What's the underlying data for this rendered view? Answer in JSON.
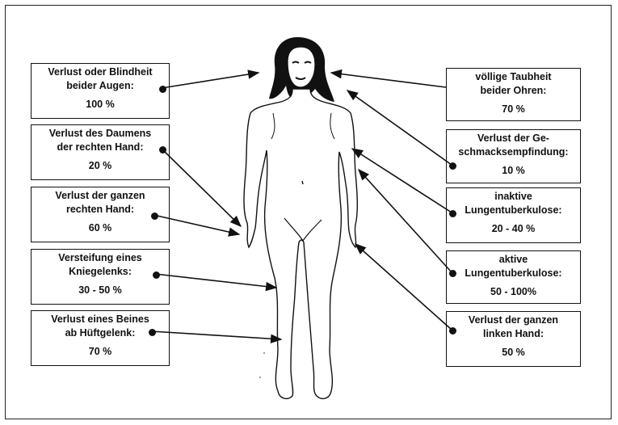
{
  "left_boxes": [
    {
      "label_line1": "Verlust oder Blindheit",
      "label_line2": "beider Augen:",
      "value": "100 %"
    },
    {
      "label_line1": "Verlust des Daumens",
      "label_line2": "der rechten Hand:",
      "value": "20 %"
    },
    {
      "label_line1": "Verlust der ganzen",
      "label_line2": "rechten Hand:",
      "value": "60 %"
    },
    {
      "label_line1": "Versteifung eines",
      "label_line2": "Kniegelenks:",
      "value": "30 - 50 %"
    },
    {
      "label_line1": "Verlust eines Beines",
      "label_line2": "ab Hüftgelenk:",
      "value": "70 %"
    }
  ],
  "right_boxes": [
    {
      "label_line1": "völlige Taubheit",
      "label_line2": "beider Ohren:",
      "value": "70 %"
    },
    {
      "label_line1": "Verlust der Ge-",
      "label_line2": "schmacksempfindung:",
      "value": "10 %"
    },
    {
      "label_line1": "inaktive",
      "label_line2": "Lungentuberkulose:",
      "value": "20 - 40 %"
    },
    {
      "label_line1": "aktive",
      "label_line2": "Lungentuberkulose:",
      "value": "50 - 100%"
    },
    {
      "label_line1": "Verlust der ganzen",
      "label_line2": "linken Hand:",
      "value": "50 %"
    }
  ]
}
